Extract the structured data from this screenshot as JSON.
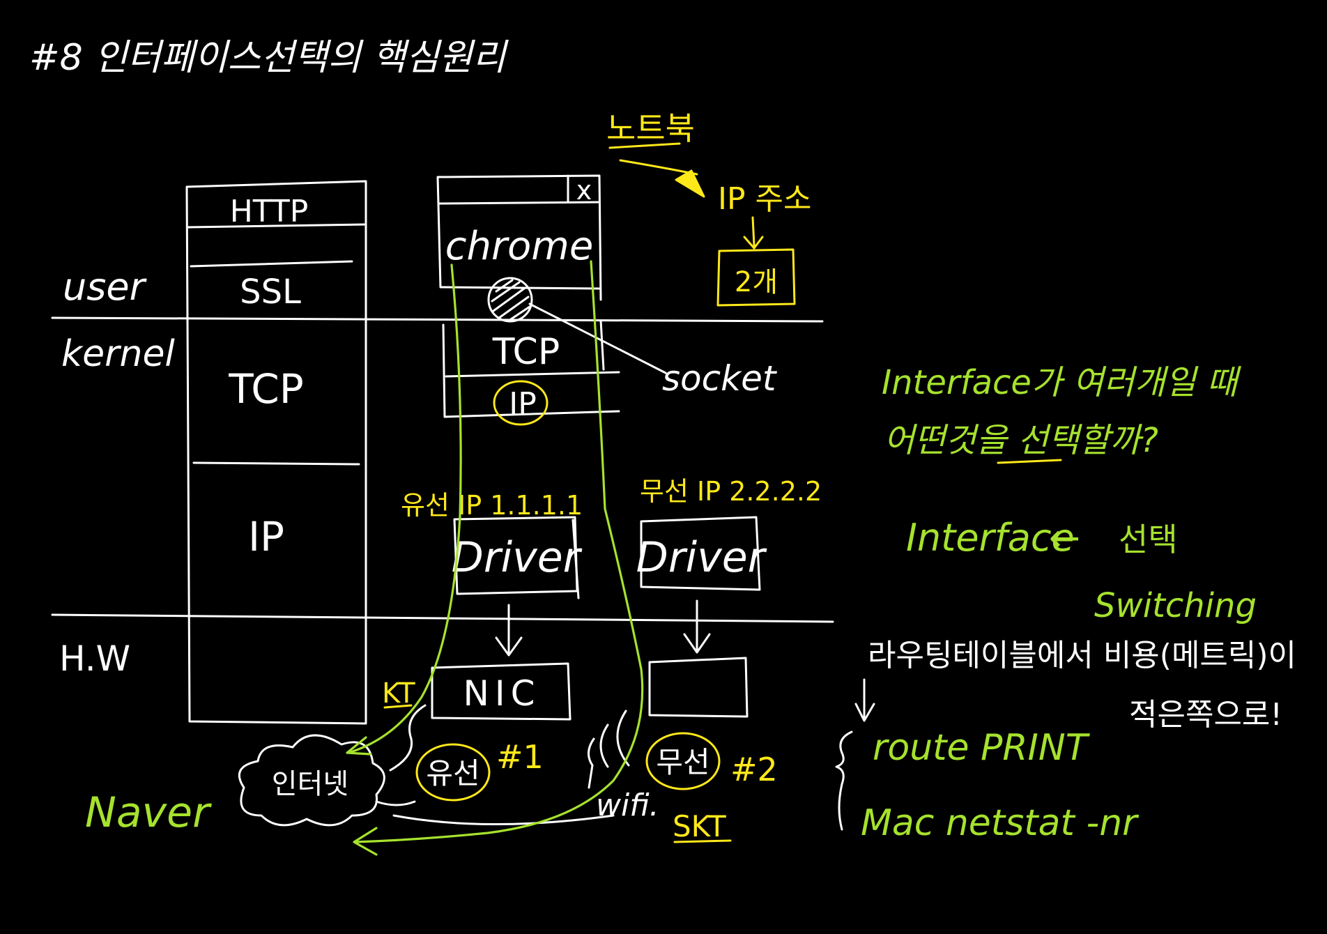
{
  "title": "#8 인터페이스선택의 핵심원리",
  "layers": {
    "user": "user",
    "kernel": "kernel",
    "hw": "H.W"
  },
  "stack": {
    "http": "HTTP",
    "ssl": "SSL",
    "tcp": "TCP",
    "ip": "IP"
  },
  "browser": {
    "close": "x",
    "app": "chrome",
    "tcp": "TCP",
    "ip": "IP",
    "socket": "socket"
  },
  "notebook": {
    "label": "노트북",
    "ip_addr": "IP 주소",
    "count": "2개"
  },
  "wired": {
    "ip_label": "유선 IP 1.1.1.1",
    "driver": "Driver",
    "nic": "NIC",
    "isp": "KT",
    "badge": "유선",
    "num": "#1"
  },
  "wireless": {
    "ip_label": "무선 IP 2.2.2.2",
    "driver": "Driver",
    "wifi": "wifi.",
    "isp": "SKT",
    "badge": "무선",
    "num": "#2"
  },
  "internet": {
    "cloud": "인터넷",
    "site": "Naver"
  },
  "notes": {
    "question_1": "Interface가 여러개일 때",
    "question_2": "어떤것을 선택할까?",
    "select_lhs": "Interface",
    "select_arrow": "←",
    "select_rhs": "선택",
    "switching": "Switching",
    "routing_1": "라우팅테이블에서 비용(메트릭)이",
    "routing_2": "적은쪽으로!",
    "cmd_win": "route PRINT",
    "cmd_mac": "Mac netstat -nr"
  },
  "colors": {
    "chalk": "#ffffff",
    "green": "#a6e22e",
    "yellow": "#ffe81a",
    "board": "#000000"
  }
}
